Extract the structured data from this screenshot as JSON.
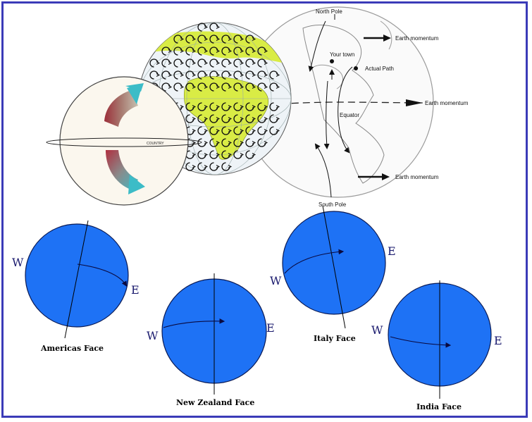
{
  "top_right_diagram": {
    "north_pole": "North Pole",
    "south_pole": "South Pole",
    "your_town": "Your town",
    "actual_path": "Actual Path",
    "equator": "Equator",
    "earth_momentum_top": "Earth momentum",
    "earth_momentum_mid": "Earth momentum",
    "earth_momentum_bottom": "Earth momentum"
  },
  "inset": {
    "equator_tag": "COUNTRY"
  },
  "faces": [
    {
      "name": "Americas Face",
      "w": "W",
      "e": "E"
    },
    {
      "name": "New Zealand Face",
      "w": "W",
      "e": "E"
    },
    {
      "name": "Italy Face",
      "w": "W",
      "e": "E"
    },
    {
      "name": "India Face",
      "w": "W",
      "e": "E"
    }
  ],
  "colors": {
    "frame": "#3b3bb8",
    "face_fill": "#1e72f5",
    "land": "#d9ec45",
    "arrow_teal": "#3cbcc7"
  }
}
